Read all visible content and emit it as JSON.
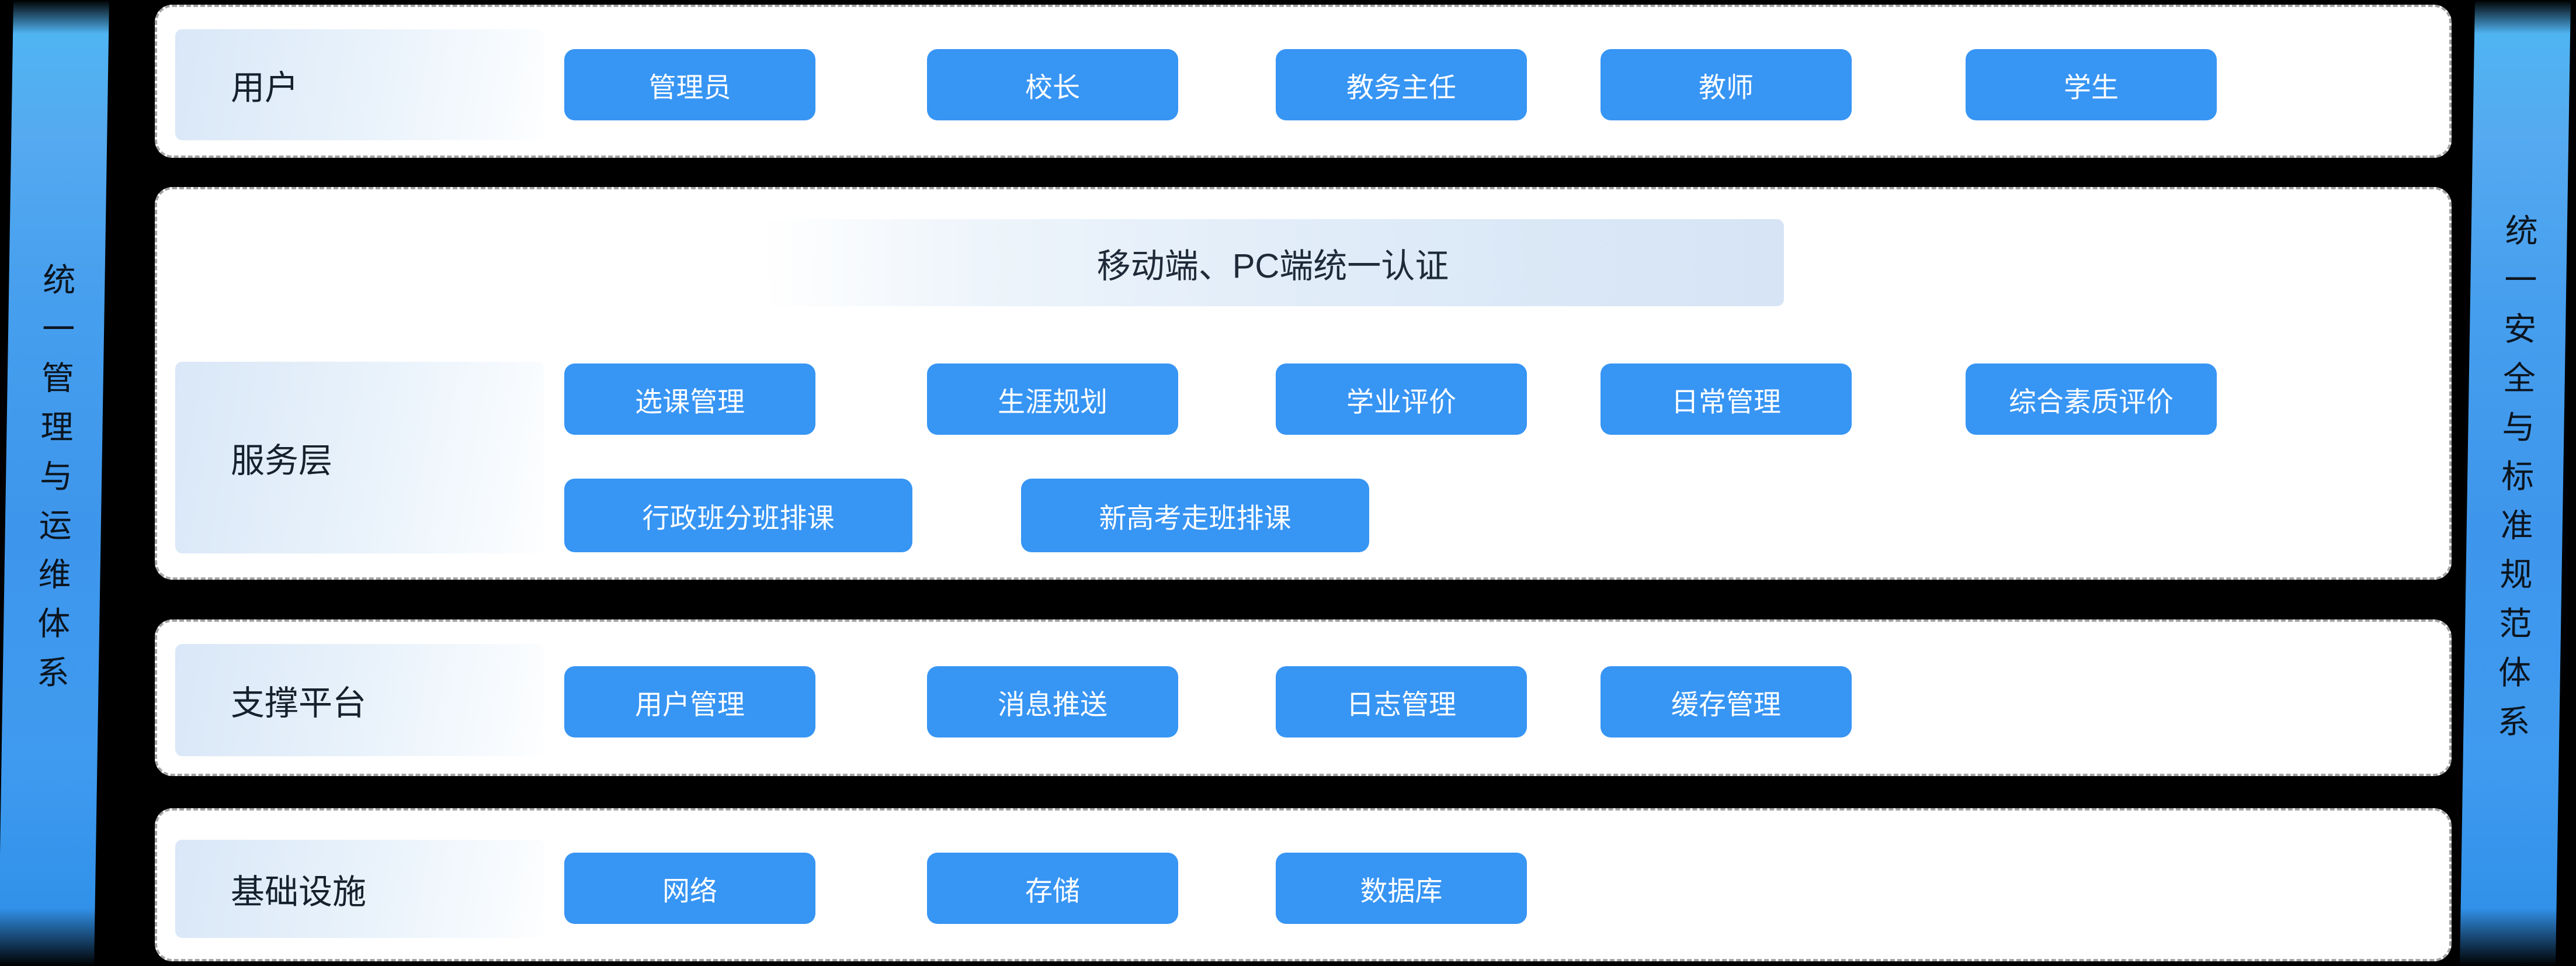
{
  "diagram": {
    "left_ribbon": "统一管理与运维体系",
    "right_ribbon": "统一安全与标准规范体系",
    "rows": [
      {
        "label": "用户",
        "items": [
          "管理员",
          "校长",
          "教务主任",
          "教师",
          "学生"
        ]
      },
      {
        "label": "服务层",
        "banner": "移动端、PC端统一认证",
        "items": [
          "选课管理",
          "生涯规划",
          "学业评价",
          "日常管理",
          "综合素质评价"
        ],
        "items2": [
          "行政班分班排课",
          "新高考走班排课"
        ]
      },
      {
        "label": "支撑平台",
        "items": [
          "用户管理",
          "消息推送",
          "日志管理",
          "缓存管理"
        ]
      },
      {
        "label": "基础设施",
        "items": [
          "网络",
          "存储",
          "数据库"
        ]
      }
    ],
    "colors": {
      "background": "#000000",
      "node_blue": "#3795f4",
      "ribbon_blue": "#479fee",
      "banner_blue": "#dfeaf8",
      "label_box_blue": "#d9e7f7",
      "row_border_gray": "#a3a3a3",
      "dark_text": "#16212e",
      "node_text": "#ffffff"
    }
  }
}
